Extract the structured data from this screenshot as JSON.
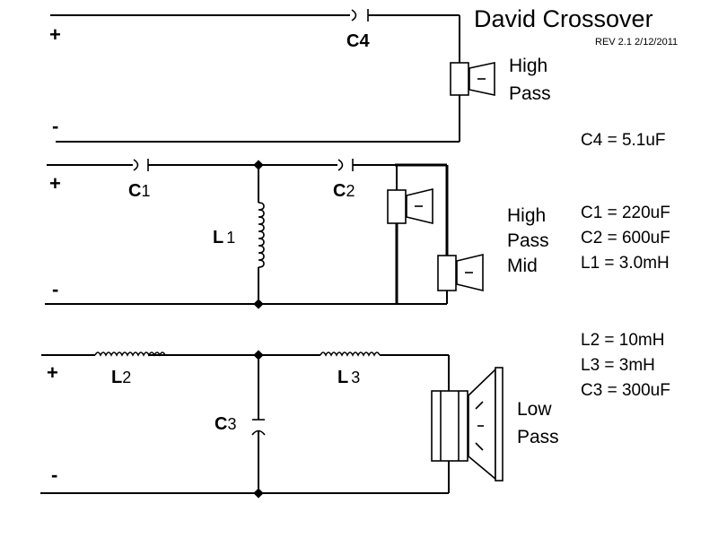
{
  "header": {
    "title": "David Crossover",
    "revision": "REV 2.1 2/12/2011"
  },
  "terminals": {
    "plus": "+",
    "minus": "-"
  },
  "sections": [
    {
      "id": "high-pass",
      "label_lines": [
        "High",
        "Pass"
      ],
      "components": [
        {
          "ref": "C",
          "sub": "4",
          "type": "capacitor"
        }
      ],
      "values": [
        "C4 = 5.1uF"
      ],
      "speakers": 1
    },
    {
      "id": "high-pass-mid",
      "label_lines": [
        "High",
        "Pass",
        "Mid"
      ],
      "components": [
        {
          "ref": "C",
          "sub": "1",
          "type": "capacitor"
        },
        {
          "ref": "C",
          "sub": "2",
          "type": "capacitor"
        },
        {
          "ref": "L",
          "sub": "1",
          "type": "inductor"
        }
      ],
      "values": [
        "C1 = 220uF",
        "C2 = 600uF",
        "L1 = 3.0mH"
      ],
      "speakers": 2
    },
    {
      "id": "low-pass",
      "label_lines": [
        "Low",
        "Pass"
      ],
      "components": [
        {
          "ref": "L",
          "sub": "2",
          "type": "inductor"
        },
        {
          "ref": "L",
          "sub": "3",
          "type": "inductor"
        },
        {
          "ref": "C",
          "sub": "3",
          "type": "capacitor"
        }
      ],
      "values": [
        "L2 = 10mH",
        "L3 = 3mH",
        "C3 = 300uF"
      ],
      "speakers": 1
    }
  ]
}
